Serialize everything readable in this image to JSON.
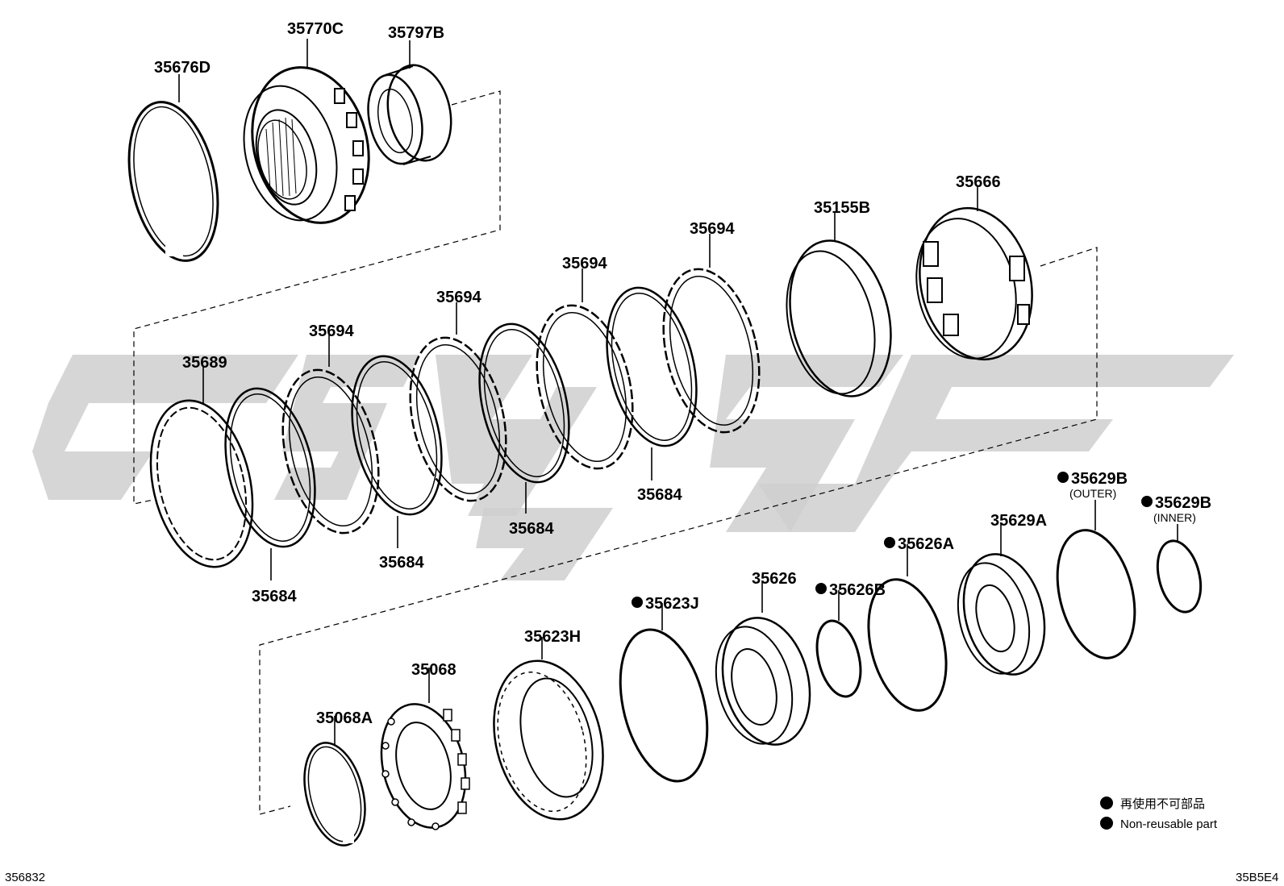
{
  "labels": {
    "p35676D": "35676D",
    "p35770C": "35770C",
    "p35797B": "35797B",
    "p35666": "35666",
    "p35155B": "35155B",
    "p35694_1": "35694",
    "p35694_2": "35694",
    "p35694_3": "35694",
    "p35694_4": "35694",
    "p35689": "35689",
    "p35684_1": "35684",
    "p35684_2": "35684",
    "p35684_3": "35684",
    "p35684_4": "35684",
    "p35629B_outer": "35629B",
    "outer_note": "(OUTER)",
    "p35629B_inner": "35629B",
    "inner_note": "(INNER)",
    "p35629A": "35629A",
    "p35626A": "35626A",
    "p35626B": "35626B",
    "p35626": "35626",
    "p35623J": "35623J",
    "p35623H": "35623H",
    "p35068": "35068",
    "p35068A": "35068A"
  },
  "legend": {
    "line1": "再使用不可部品",
    "line2": "Non-reusable part"
  },
  "footer": {
    "left_code": "356832",
    "right_code": "35B5E4"
  }
}
